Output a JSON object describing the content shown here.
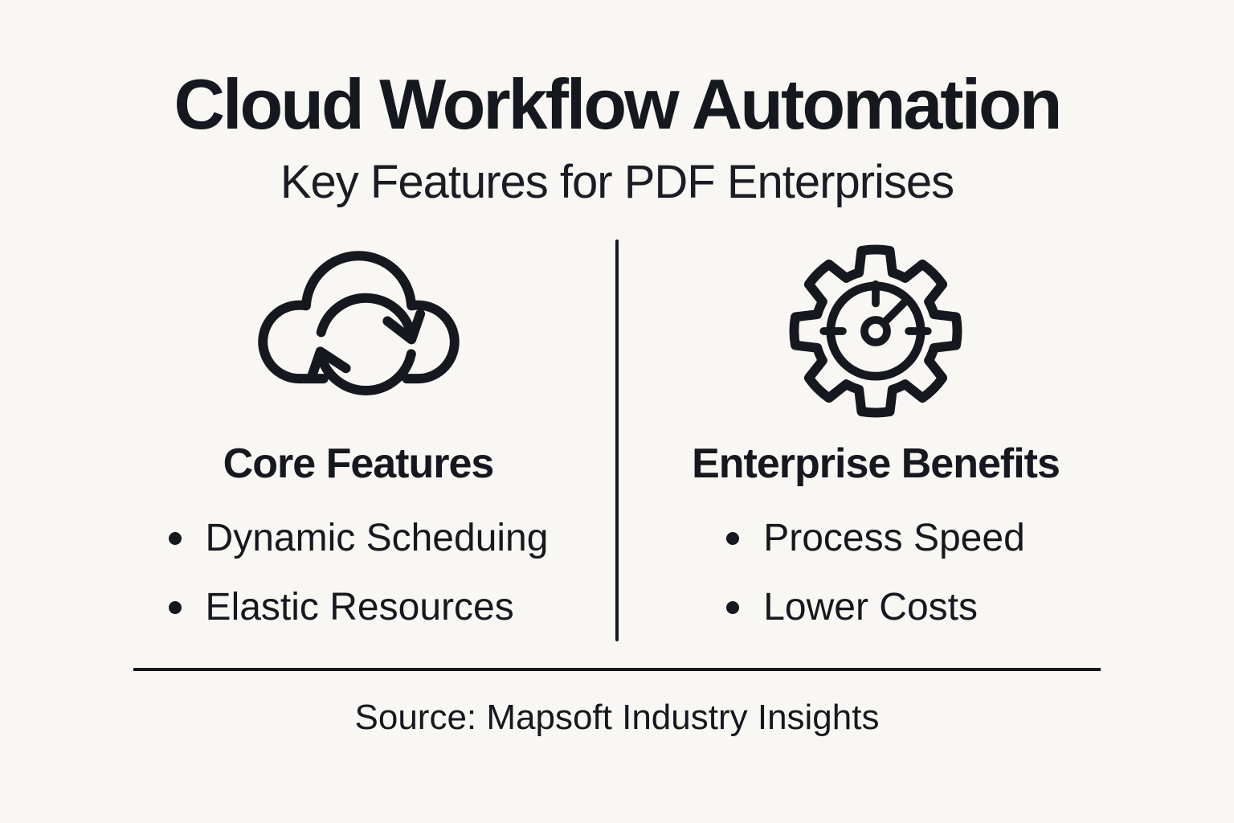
{
  "title": "Cloud Workflow Automation",
  "subtitle": "Key Features for PDF Enterprises",
  "columns": {
    "left": {
      "icon": "cloud-sync-icon",
      "heading": "Core Features",
      "bullets": [
        "Dynamic Scheduing",
        "Elastic Resources"
      ]
    },
    "right": {
      "icon": "gear-gauge-icon",
      "heading": "Enterprise Benefits",
      "bullets": [
        "Process Speed",
        "Lower Costs"
      ]
    }
  },
  "source": "Source: Mapsoft Industry Insights",
  "colors": {
    "background": "#f8f7f3",
    "ink": "#15181e"
  }
}
